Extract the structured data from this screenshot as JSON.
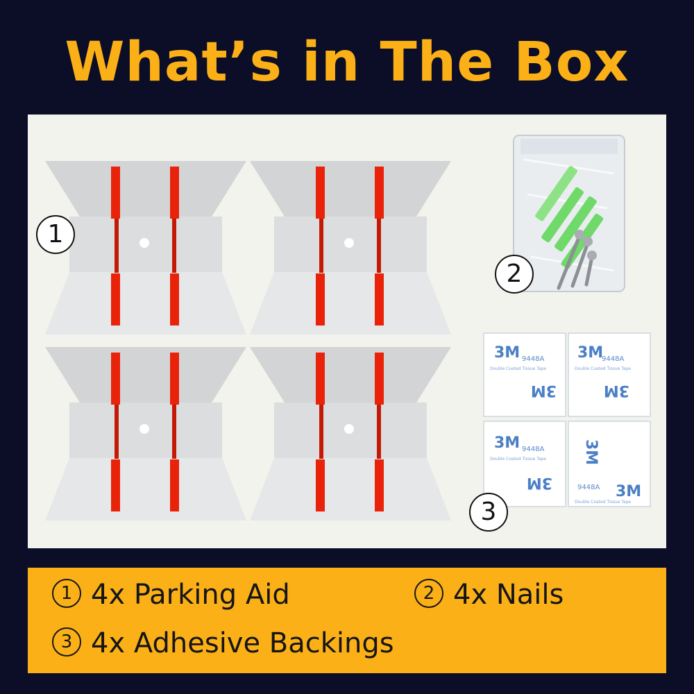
{
  "title": "What’s in The Box",
  "badges": {
    "parking_aid": "1",
    "nails": "2",
    "adhesive": "3"
  },
  "tape_label": {
    "brand": "3M",
    "code": "9448A",
    "desc": "Double Coated Tissue Tape"
  },
  "legend": {
    "items": [
      {
        "number": "1",
        "label": "4x Parking Aid"
      },
      {
        "number": "2",
        "label": "4x Nails"
      },
      {
        "number": "3",
        "label": "4x Adhesive Backings"
      }
    ]
  },
  "colors": {
    "background": "#0c0d26",
    "accent": "#fbb018",
    "panel": "#f2f3ec",
    "stripe": "#e8230a",
    "anchor": "#6fd96a"
  }
}
